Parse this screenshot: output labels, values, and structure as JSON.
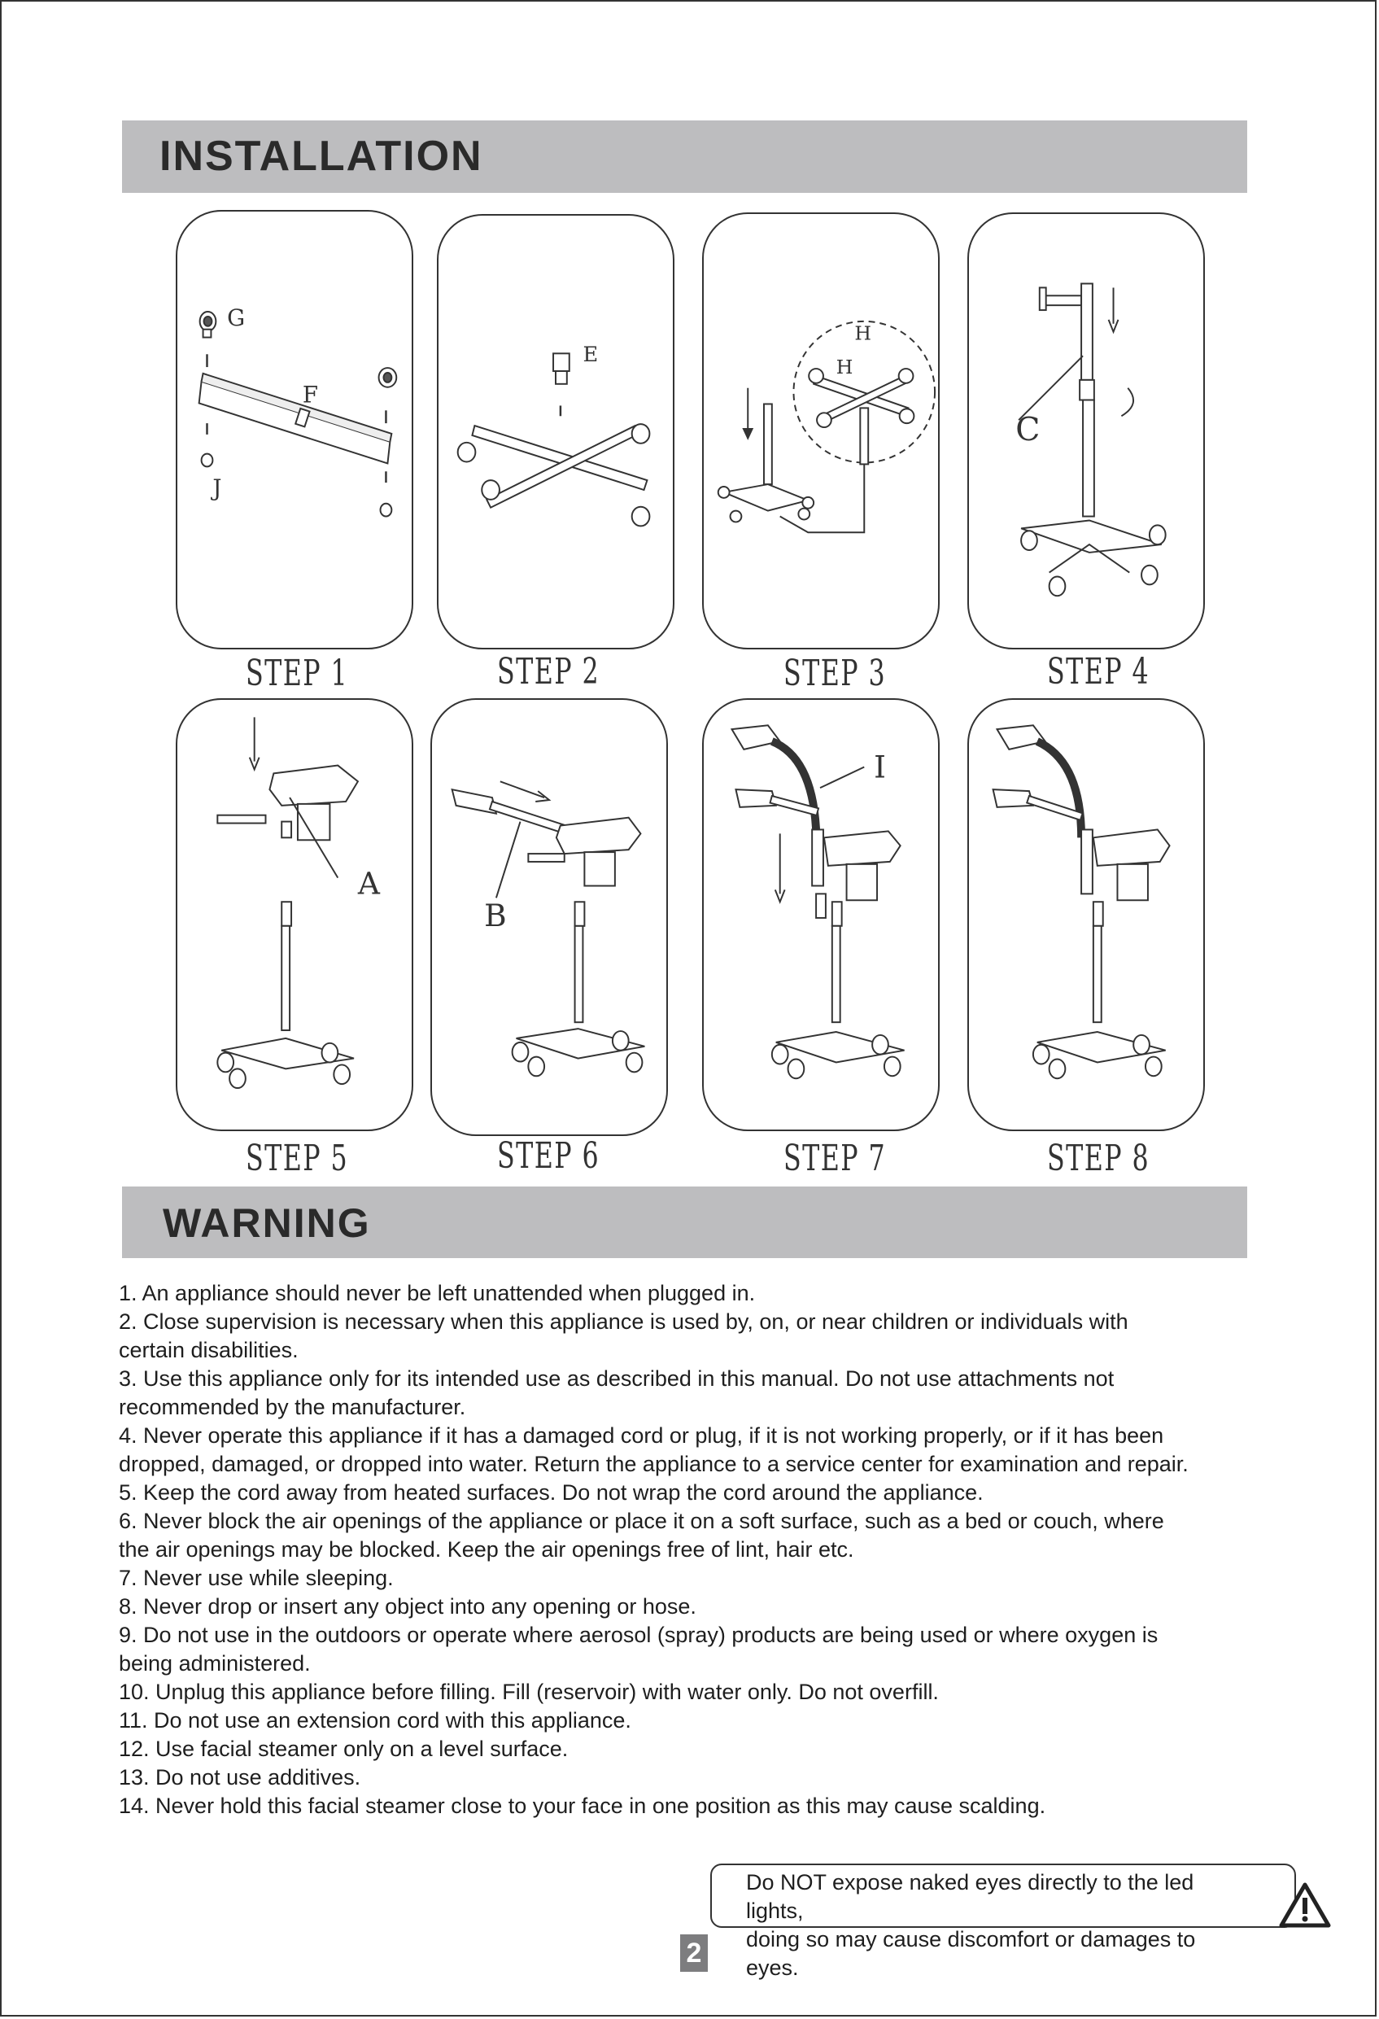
{
  "installation": {
    "title": "INSTALLATION"
  },
  "steps": [
    {
      "label": "STEP  1",
      "parts": [
        "G",
        "F",
        "J"
      ]
    },
    {
      "label": "STEP  2",
      "parts": [
        "E"
      ]
    },
    {
      "label": "STEP 3",
      "parts": [
        "H",
        "H"
      ]
    },
    {
      "label": "STEP  4",
      "parts": [
        "C"
      ]
    },
    {
      "label": "STEP  5",
      "parts": [
        "A"
      ]
    },
    {
      "label": "STEP  6",
      "parts": [
        "B"
      ]
    },
    {
      "label": "STEP  7",
      "parts": [
        "I"
      ]
    },
    {
      "label": "STEP  8",
      "parts": []
    }
  ],
  "warning": {
    "title": "WARNING",
    "items": [
      "1. An appliance should never be left unattended when plugged in.",
      "2. Close supervision is necessary when this appliance is used by, on, or near children or individuals with certain disabilities.",
      "3. Use this appliance only for its intended use as described in this manual. Do not use attachments not recommended by the manufacturer.",
      "4. Never operate this appliance if it has a damaged cord or plug, if it is not working properly, or if it has been dropped, damaged, or dropped into water. Return the appliance to a service center for examination and repair.",
      "5. Keep the cord away from heated surfaces. Do not wrap the cord around the appliance.",
      "6. Never block the air openings of the appliance or place it on a soft surface, such as a bed or couch, where the air openings may be blocked. Keep the air openings free of lint, hair etc.",
      "7. Never use while sleeping.",
      "8. Never drop or insert any object into any opening or hose.",
      "9. Do not use in the outdoors or operate where aerosol (spray) products are being used or where oxygen is being administered.",
      "10. Unplug this appliance before filling. Fill (reservoir) with water only. Do not overfill.",
      "11. Do not use an extension cord with this appliance.",
      "12. Use facial steamer only on a level surface.",
      "13. Do not use additives.",
      "14. Never hold this facial steamer close to your face in one position as this may cause scalding."
    ]
  },
  "notice": {
    "line1": "Do NOT expose naked eyes directly to the led lights,",
    "line2": "doing so may cause discomfort or damages to eyes."
  },
  "page_number": "2",
  "icons": {
    "warning": "warning-triangle-icon"
  }
}
